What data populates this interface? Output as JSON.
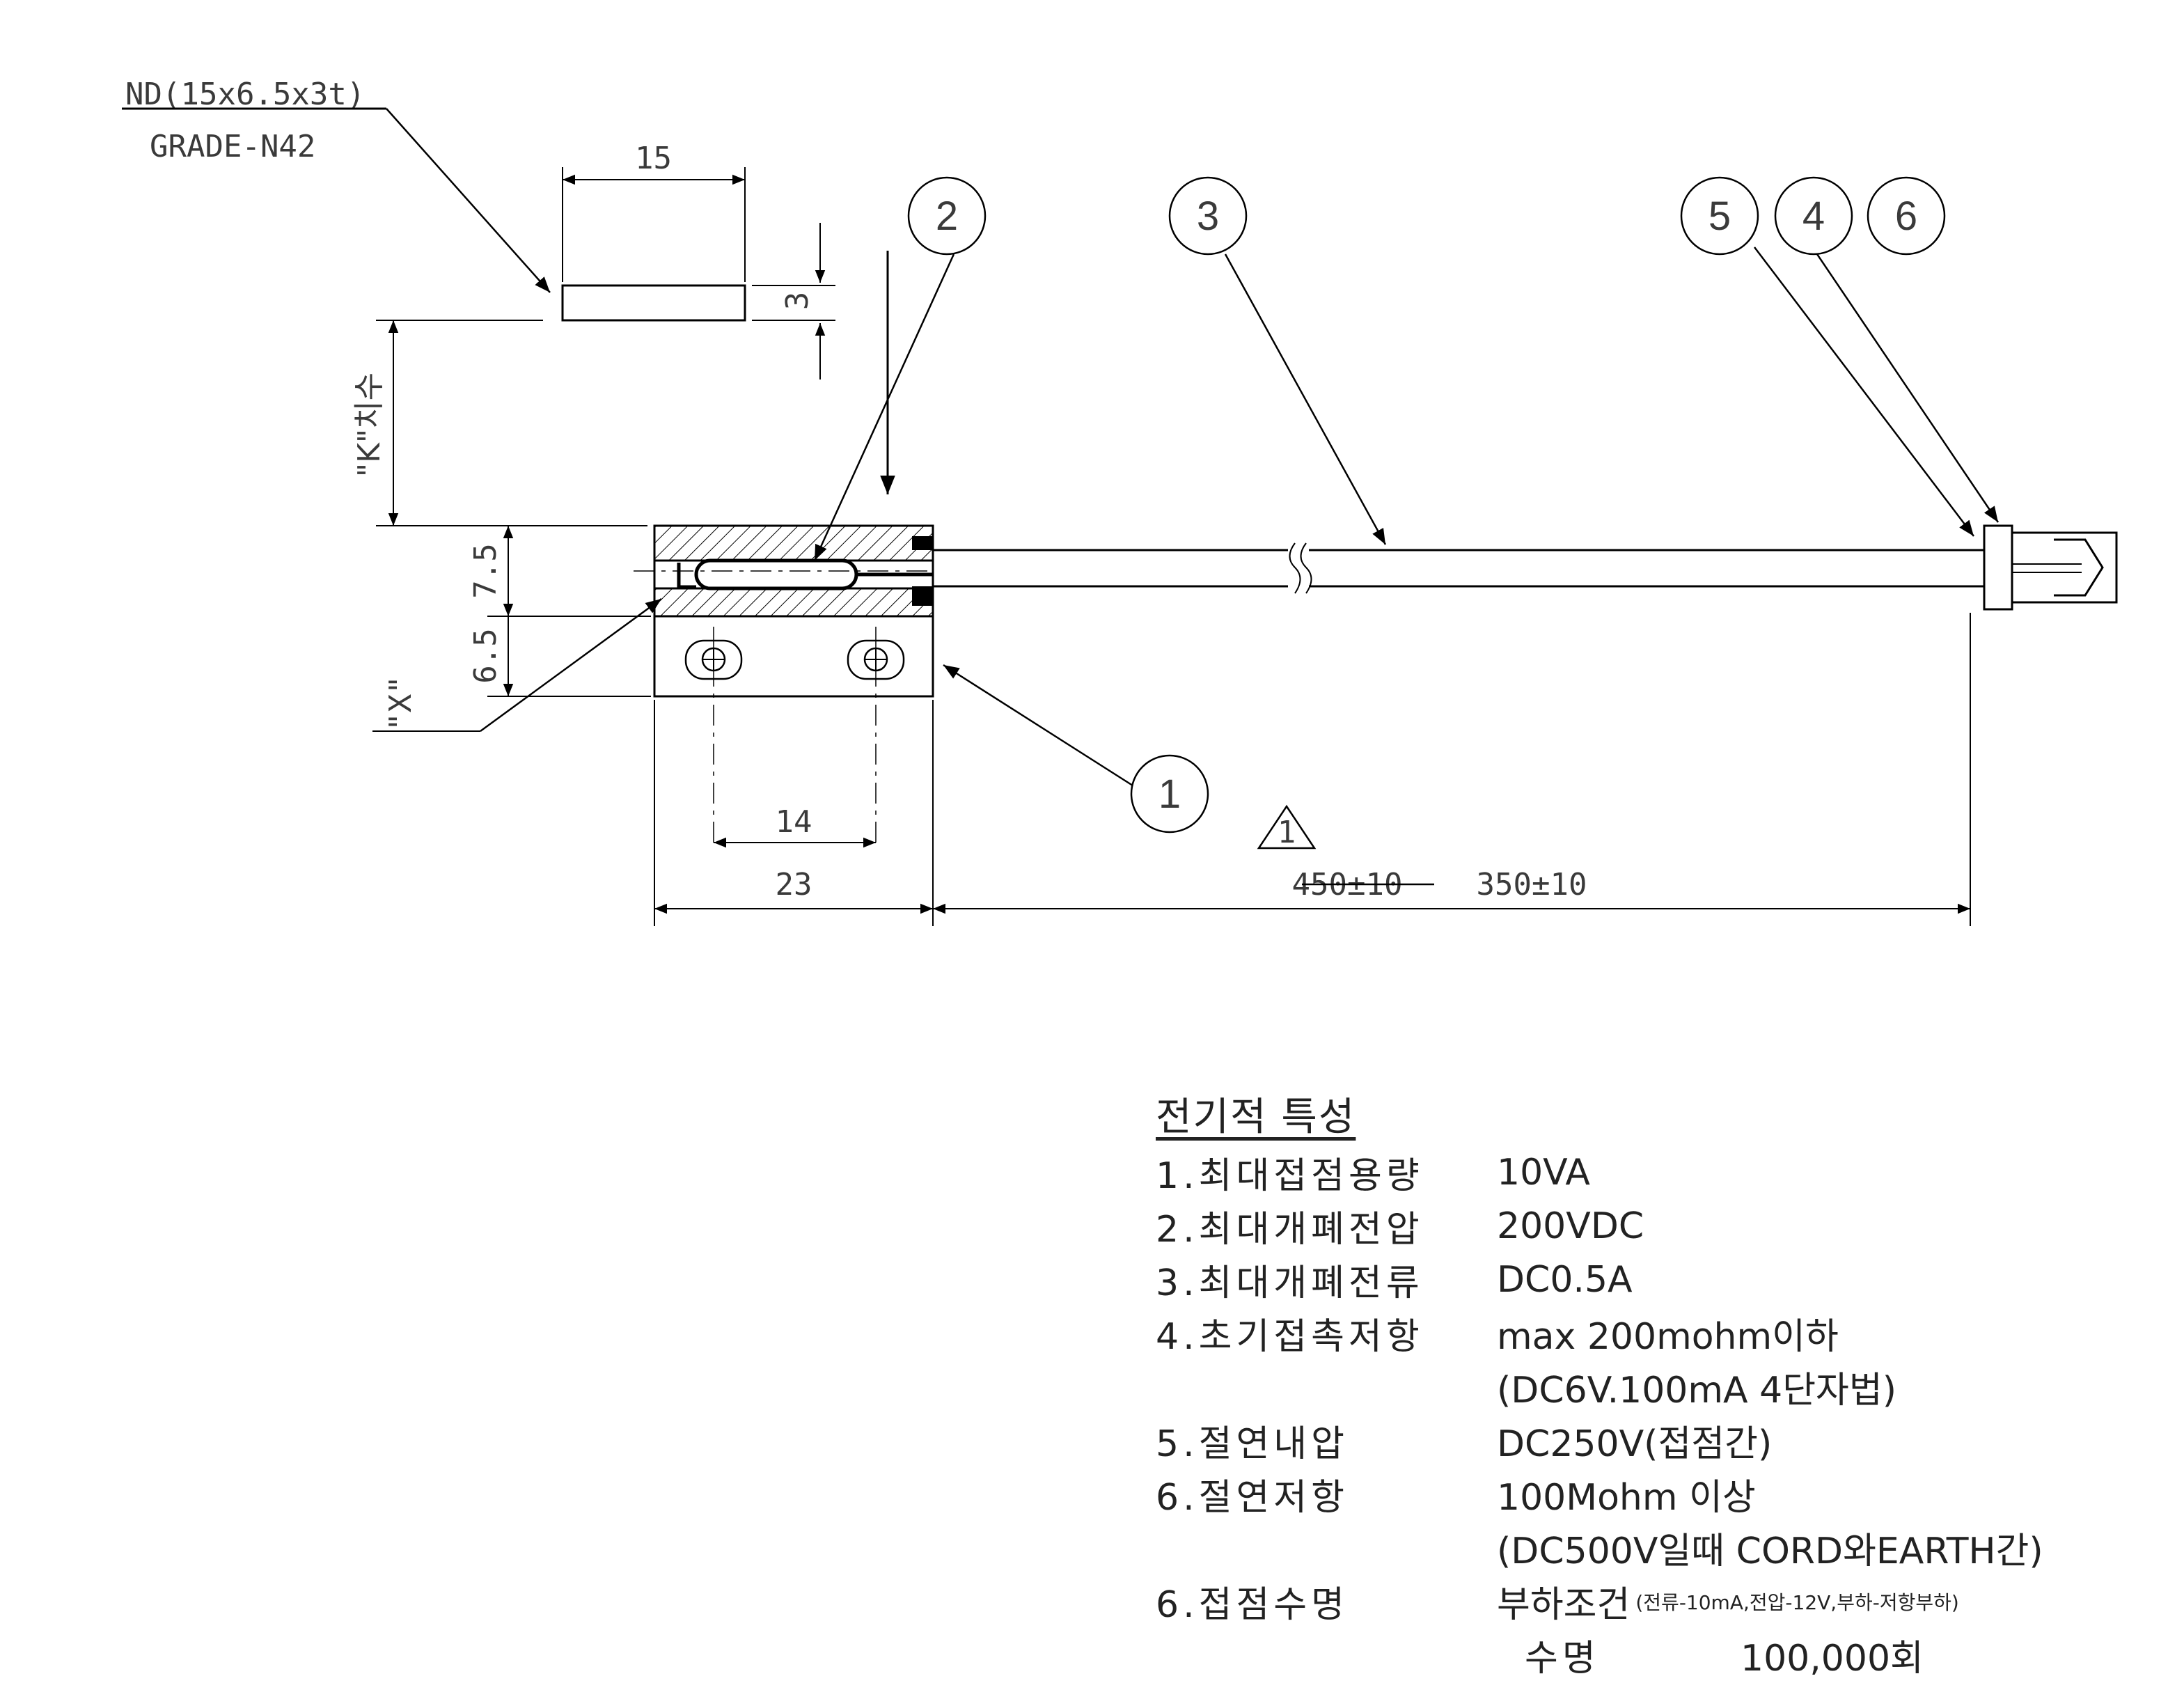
{
  "drawing": {
    "magnet_spec_line1": "ND(15x6.5x3t)",
    "magnet_spec_line2": "GRADE-N42",
    "dim_magnet_length": "15",
    "dim_magnet_thickness": "3",
    "dim_k_label": "\"K\"치수",
    "dim_upper_height": "7.5",
    "dim_lower_height": "6.5",
    "x_label": "\"X\"",
    "dim_hole_pitch": "14",
    "dim_body_length": "23",
    "dim_cable_old": "450±10",
    "dim_cable_new": "350±10",
    "revision_mark": "1",
    "balloons": [
      "1",
      "2",
      "3",
      "5",
      "4",
      "6"
    ]
  },
  "specs": {
    "title": "전기적 특성",
    "rows": [
      {
        "label": "1.최대접점용량",
        "value": "10VA"
      },
      {
        "label": "2.최대개폐전압",
        "value": "200VDC"
      },
      {
        "label": "3.최대개폐전류",
        "value": "DC0.5A"
      },
      {
        "label": "4.초기접촉저항",
        "value": "max 200mohm이하"
      },
      {
        "label": "",
        "value": "(DC6V.100mA 4단자법)"
      },
      {
        "label": "5.절연내압",
        "value": "DC250V(접점간)"
      },
      {
        "label": "6.절연저항",
        "value": "100Mohm 이상"
      },
      {
        "label": "",
        "value": "(DC500V일때 CORD와EARTH간)"
      },
      {
        "label": "6.접점수명",
        "value": "부하조건",
        "note": "(전류-10mA,전압-12V,부하-저항부하)"
      }
    ],
    "life_label": "수명",
    "life_value": "100,000회"
  }
}
